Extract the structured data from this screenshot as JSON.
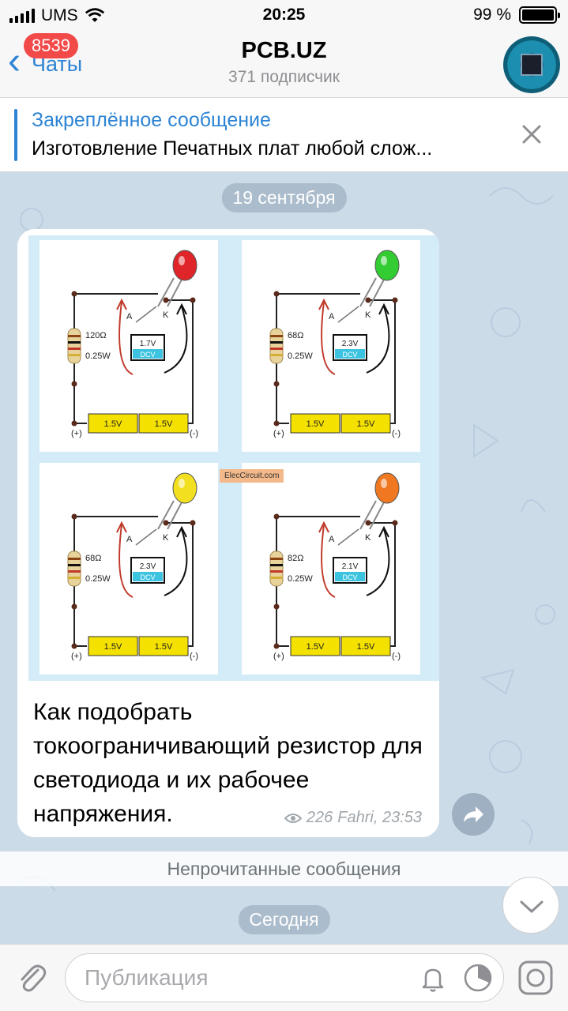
{
  "status_bar": {
    "carrier": "UMS",
    "time": "20:25",
    "battery": "99 %",
    "battery_level": 0.99
  },
  "nav": {
    "back_label": "Чаты",
    "unread_count": "8539",
    "title": "PCB.UZ",
    "subtitle": "371 подписчик"
  },
  "pinned": {
    "title": "Закреплённое сообщение",
    "text": "Изготовление Печатных плат любой слож..."
  },
  "chat": {
    "date_top": "19 сентября",
    "message": {
      "caption": "Как подобрать токоограничивающий резистор для светодиода и их рабочее напряжения.",
      "views": "226",
      "author_time": "Fahri, 23:53",
      "image": {
        "watermark": "ElecCircuit.com",
        "panels": [
          {
            "led_color": "#e0252a",
            "resistor": "120Ω",
            "power": "0.25W",
            "voltage": "1.7V",
            "meter": "DCV",
            "battery1": "1.5V",
            "battery2": "1.5V",
            "plus": "(+)",
            "minus": "(-)",
            "anode": "A",
            "cathode": "K"
          },
          {
            "led_color": "#33cc33",
            "resistor": "68Ω",
            "power": "0.25W",
            "voltage": "2.3V",
            "meter": "DCV",
            "battery1": "1.5V",
            "battery2": "1.5V",
            "plus": "(+)",
            "minus": "(-)",
            "anode": "A",
            "cathode": "K"
          },
          {
            "led_color": "#f2e020",
            "resistor": "68Ω",
            "power": "0.25W",
            "voltage": "2.3V",
            "meter": "DCV",
            "battery1": "1.5V",
            "battery2": "1.5V",
            "plus": "(+)",
            "minus": "(-)",
            "anode": "A",
            "cathode": "K"
          },
          {
            "led_color": "#f07820",
            "resistor": "82Ω",
            "power": "0.25W",
            "voltage": "2.1V",
            "meter": "DCV",
            "battery1": "1.5V",
            "battery2": "1.5V",
            "plus": "(+)",
            "minus": "(-)",
            "anode": "A",
            "cathode": "K"
          }
        ]
      }
    },
    "unread_label": "Непрочитанные сообщения",
    "date_bottom": "Сегодня"
  },
  "input": {
    "placeholder": "Публикация"
  },
  "colors": {
    "accent": "#2e84d4",
    "badge": "#f24a48",
    "chat_bg": "#ccdbe8"
  }
}
